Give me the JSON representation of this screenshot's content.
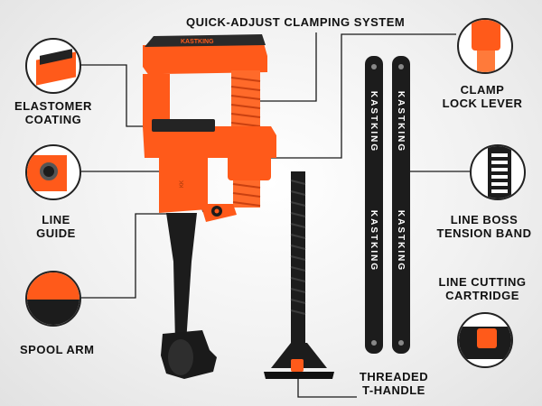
{
  "brand": "KASTKING",
  "labels": {
    "quick_adjust": "QUICK-ADJUST CLAMPING SYSTEM",
    "elastomer_1": "ELASTOMER",
    "elastomer_2": "COATING",
    "clamp_lock_1": "CLAMP",
    "clamp_lock_2": "LOCK LEVER",
    "line_guide_1": "LINE",
    "line_guide_2": "GUIDE",
    "line_boss_1": "LINE BOSS",
    "line_boss_2": "TENSION BAND",
    "line_cutting_1": "LINE CUTTING",
    "line_cutting_2": "CARTRIDGE",
    "spool_arm": "SPOOL ARM",
    "threaded_1": "THREADED",
    "threaded_2": "T-HANDLE"
  },
  "colors": {
    "orange": "#ff5a1a",
    "black": "#1c1c1c",
    "line": "#1a1a1a"
  }
}
